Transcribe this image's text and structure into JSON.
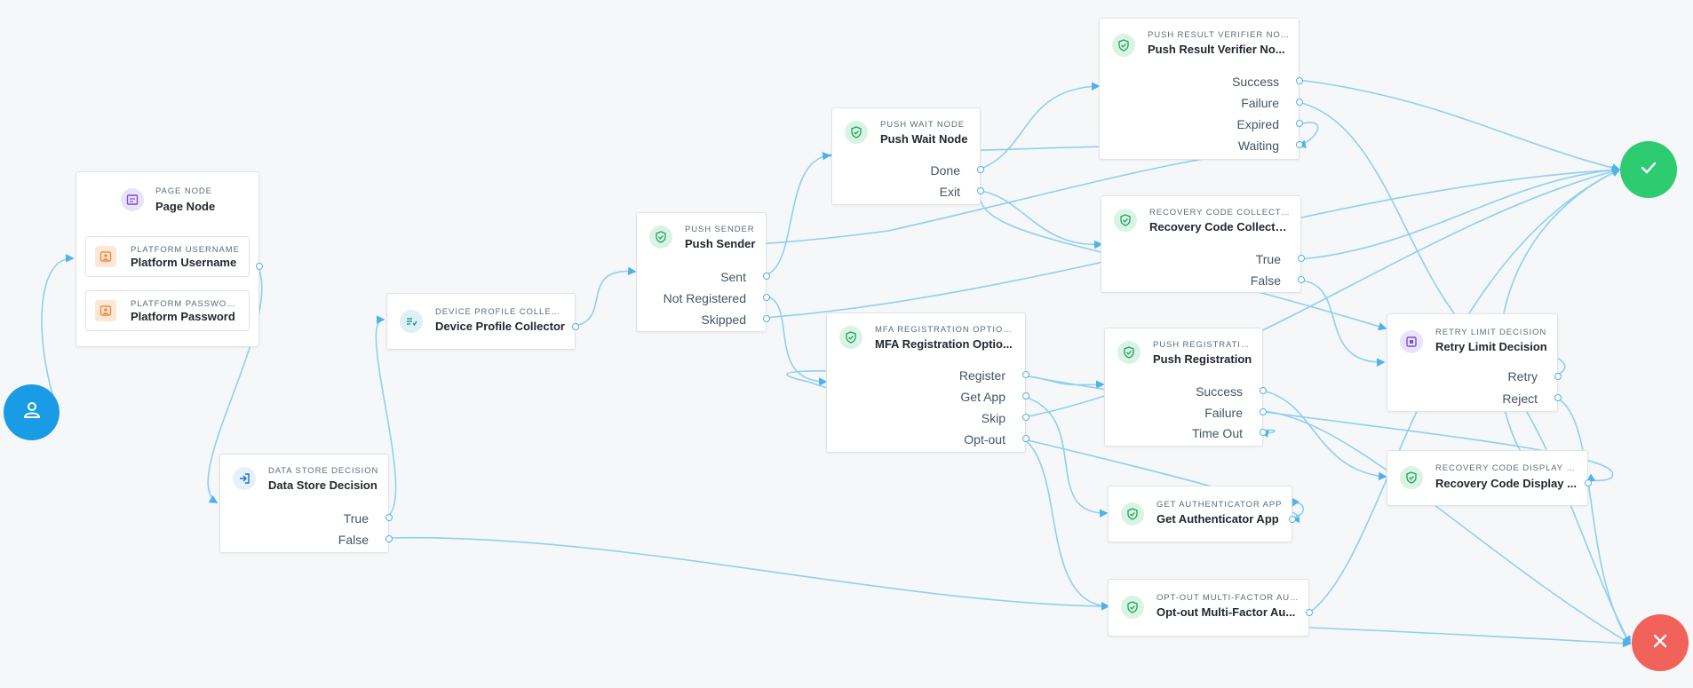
{
  "colors": {
    "edge": "#4fb3e8",
    "start": "#1a9be6",
    "success": "#2ecc71",
    "failure": "#f0625a",
    "node_border": "#dfe3e7",
    "canvas": "#f6f7f8"
  },
  "start_node": {
    "icon": "user-icon"
  },
  "success_node": {
    "icon": "check-icon"
  },
  "failure_node": {
    "icon": "close-icon"
  },
  "page_node": {
    "type": "PAGE NODE",
    "title": "Page Node",
    "icon": "page-icon",
    "children": [
      {
        "type": "PLATFORM USERNAME",
        "title": "Platform Username",
        "icon": "person-card-icon"
      },
      {
        "type": "PLATFORM PASSWORD",
        "title": "Platform Password",
        "icon": "person-card-icon"
      }
    ]
  },
  "data_store_decision": {
    "type": "DATA STORE DECISION",
    "title": "Data Store Decision",
    "icon": "login-arrow-icon",
    "outcomes": [
      "True",
      "False"
    ]
  },
  "device_profile_collector": {
    "type": "DEVICE PROFILE COLLECTOR",
    "title": "Device Profile Collector",
    "icon": "checklist-icon"
  },
  "push_sender": {
    "type": "PUSH SENDER",
    "title": "Push Sender",
    "icon": "shield-check-icon",
    "outcomes": [
      "Sent",
      "Not Registered",
      "Skipped"
    ]
  },
  "push_wait": {
    "type": "PUSH WAIT NODE",
    "title": "Push Wait Node",
    "icon": "shield-check-icon",
    "outcomes": [
      "Done",
      "Exit"
    ]
  },
  "push_result_verifier": {
    "type": "PUSH RESULT VERIFIER NODE",
    "title": "Push Result Verifier No...",
    "icon": "shield-check-icon",
    "outcomes": [
      "Success",
      "Failure",
      "Expired",
      "Waiting"
    ]
  },
  "recovery_code_collector": {
    "type": "RECOVERY CODE COLLECTOR ...",
    "title": "Recovery Code Collecto...",
    "icon": "shield-check-icon",
    "outcomes": [
      "True",
      "False"
    ]
  },
  "mfa_registration_options": {
    "type": "MFA REGISTRATION OPTIONS",
    "title": "MFA Registration Optio...",
    "icon": "shield-check-icon",
    "outcomes": [
      "Register",
      "Get App",
      "Skip",
      "Opt-out"
    ]
  },
  "push_registration": {
    "type": "PUSH REGISTRATION",
    "title": "Push Registration",
    "icon": "shield-check-icon",
    "outcomes": [
      "Success",
      "Failure",
      "Time Out"
    ]
  },
  "get_authenticator_app": {
    "type": "GET AUTHENTICATOR APP",
    "title": "Get Authenticator App",
    "icon": "shield-check-icon"
  },
  "opt_out_mfa": {
    "type": "OPT-OUT MULTI-FACTOR AUT...",
    "title": "Opt-out Multi-Factor Au...",
    "icon": "shield-check-icon"
  },
  "retry_limit_decision": {
    "type": "RETRY LIMIT DECISION",
    "title": "Retry Limit Decision",
    "icon": "counter-icon",
    "outcomes": [
      "Retry",
      "Reject"
    ]
  },
  "recovery_code_display": {
    "type": "RECOVERY CODE DISPLAY NO...",
    "title": "Recovery Code Display ...",
    "icon": "shield-check-icon"
  }
}
